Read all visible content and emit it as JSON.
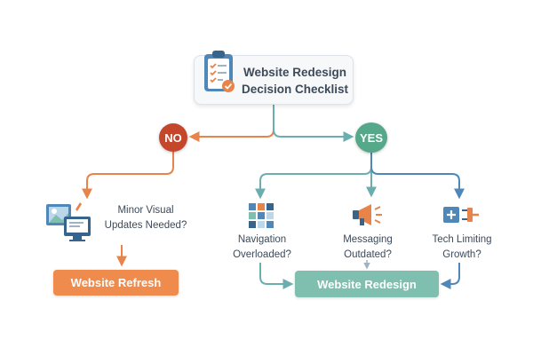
{
  "title": {
    "line1": "Website Redesign",
    "line2": "Decision Checklist"
  },
  "decisions": {
    "no": "NO",
    "yes": "YES"
  },
  "questions": {
    "minor": {
      "line1": "Minor Visual",
      "line2": "Updates Needed?"
    },
    "navigation": {
      "line1": "Navigation",
      "line2": "Overloaded?"
    },
    "messaging": {
      "line1": "Messaging",
      "line2": "Outdated?"
    },
    "tech": {
      "line1": "Tech Limiting",
      "line2": "Growth?"
    }
  },
  "outcomes": {
    "refresh": "Website Refresh",
    "redesign": "Website Redesign"
  },
  "colors": {
    "no": "#c4462b",
    "yes": "#55a98a",
    "refresh": "#ee8b4d",
    "redesign": "#7fbfb0",
    "text": "#3d4a5a",
    "arrow_orange": "#e8834a",
    "arrow_teal": "#6aaeb0",
    "arrow_blue": "#4e87b8"
  },
  "icons": {
    "title": "clipboard-checklist-icon",
    "minor": "desktop-design-icon",
    "navigation": "grid-menu-icon",
    "messaging": "megaphone-icon",
    "tech": "plug-connector-icon"
  }
}
